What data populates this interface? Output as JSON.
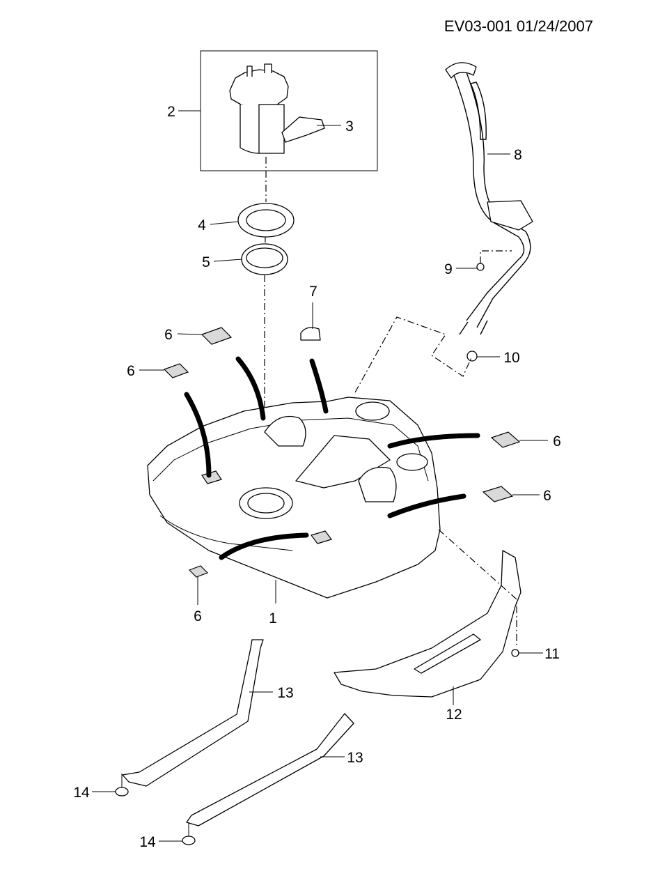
{
  "header": {
    "doc_ref": "EV03-001 01/24/2007"
  },
  "callouts": [
    {
      "id": "c1",
      "text": "1"
    },
    {
      "id": "c2",
      "text": "2"
    },
    {
      "id": "c3",
      "text": "3"
    },
    {
      "id": "c4",
      "text": "4"
    },
    {
      "id": "c5",
      "text": "5"
    },
    {
      "id": "c6a",
      "text": "6"
    },
    {
      "id": "c6b",
      "text": "6"
    },
    {
      "id": "c6c",
      "text": "6"
    },
    {
      "id": "c6d",
      "text": "6"
    },
    {
      "id": "c6e",
      "text": "6"
    },
    {
      "id": "c7",
      "text": "7"
    },
    {
      "id": "c8",
      "text": "8"
    },
    {
      "id": "c9",
      "text": "9"
    },
    {
      "id": "c10",
      "text": "10"
    },
    {
      "id": "c11",
      "text": "11"
    },
    {
      "id": "c12",
      "text": "12"
    },
    {
      "id": "c13a",
      "text": "13"
    },
    {
      "id": "c13b",
      "text": "13"
    },
    {
      "id": "c14a",
      "text": "14"
    },
    {
      "id": "c14b",
      "text": "14"
    }
  ]
}
